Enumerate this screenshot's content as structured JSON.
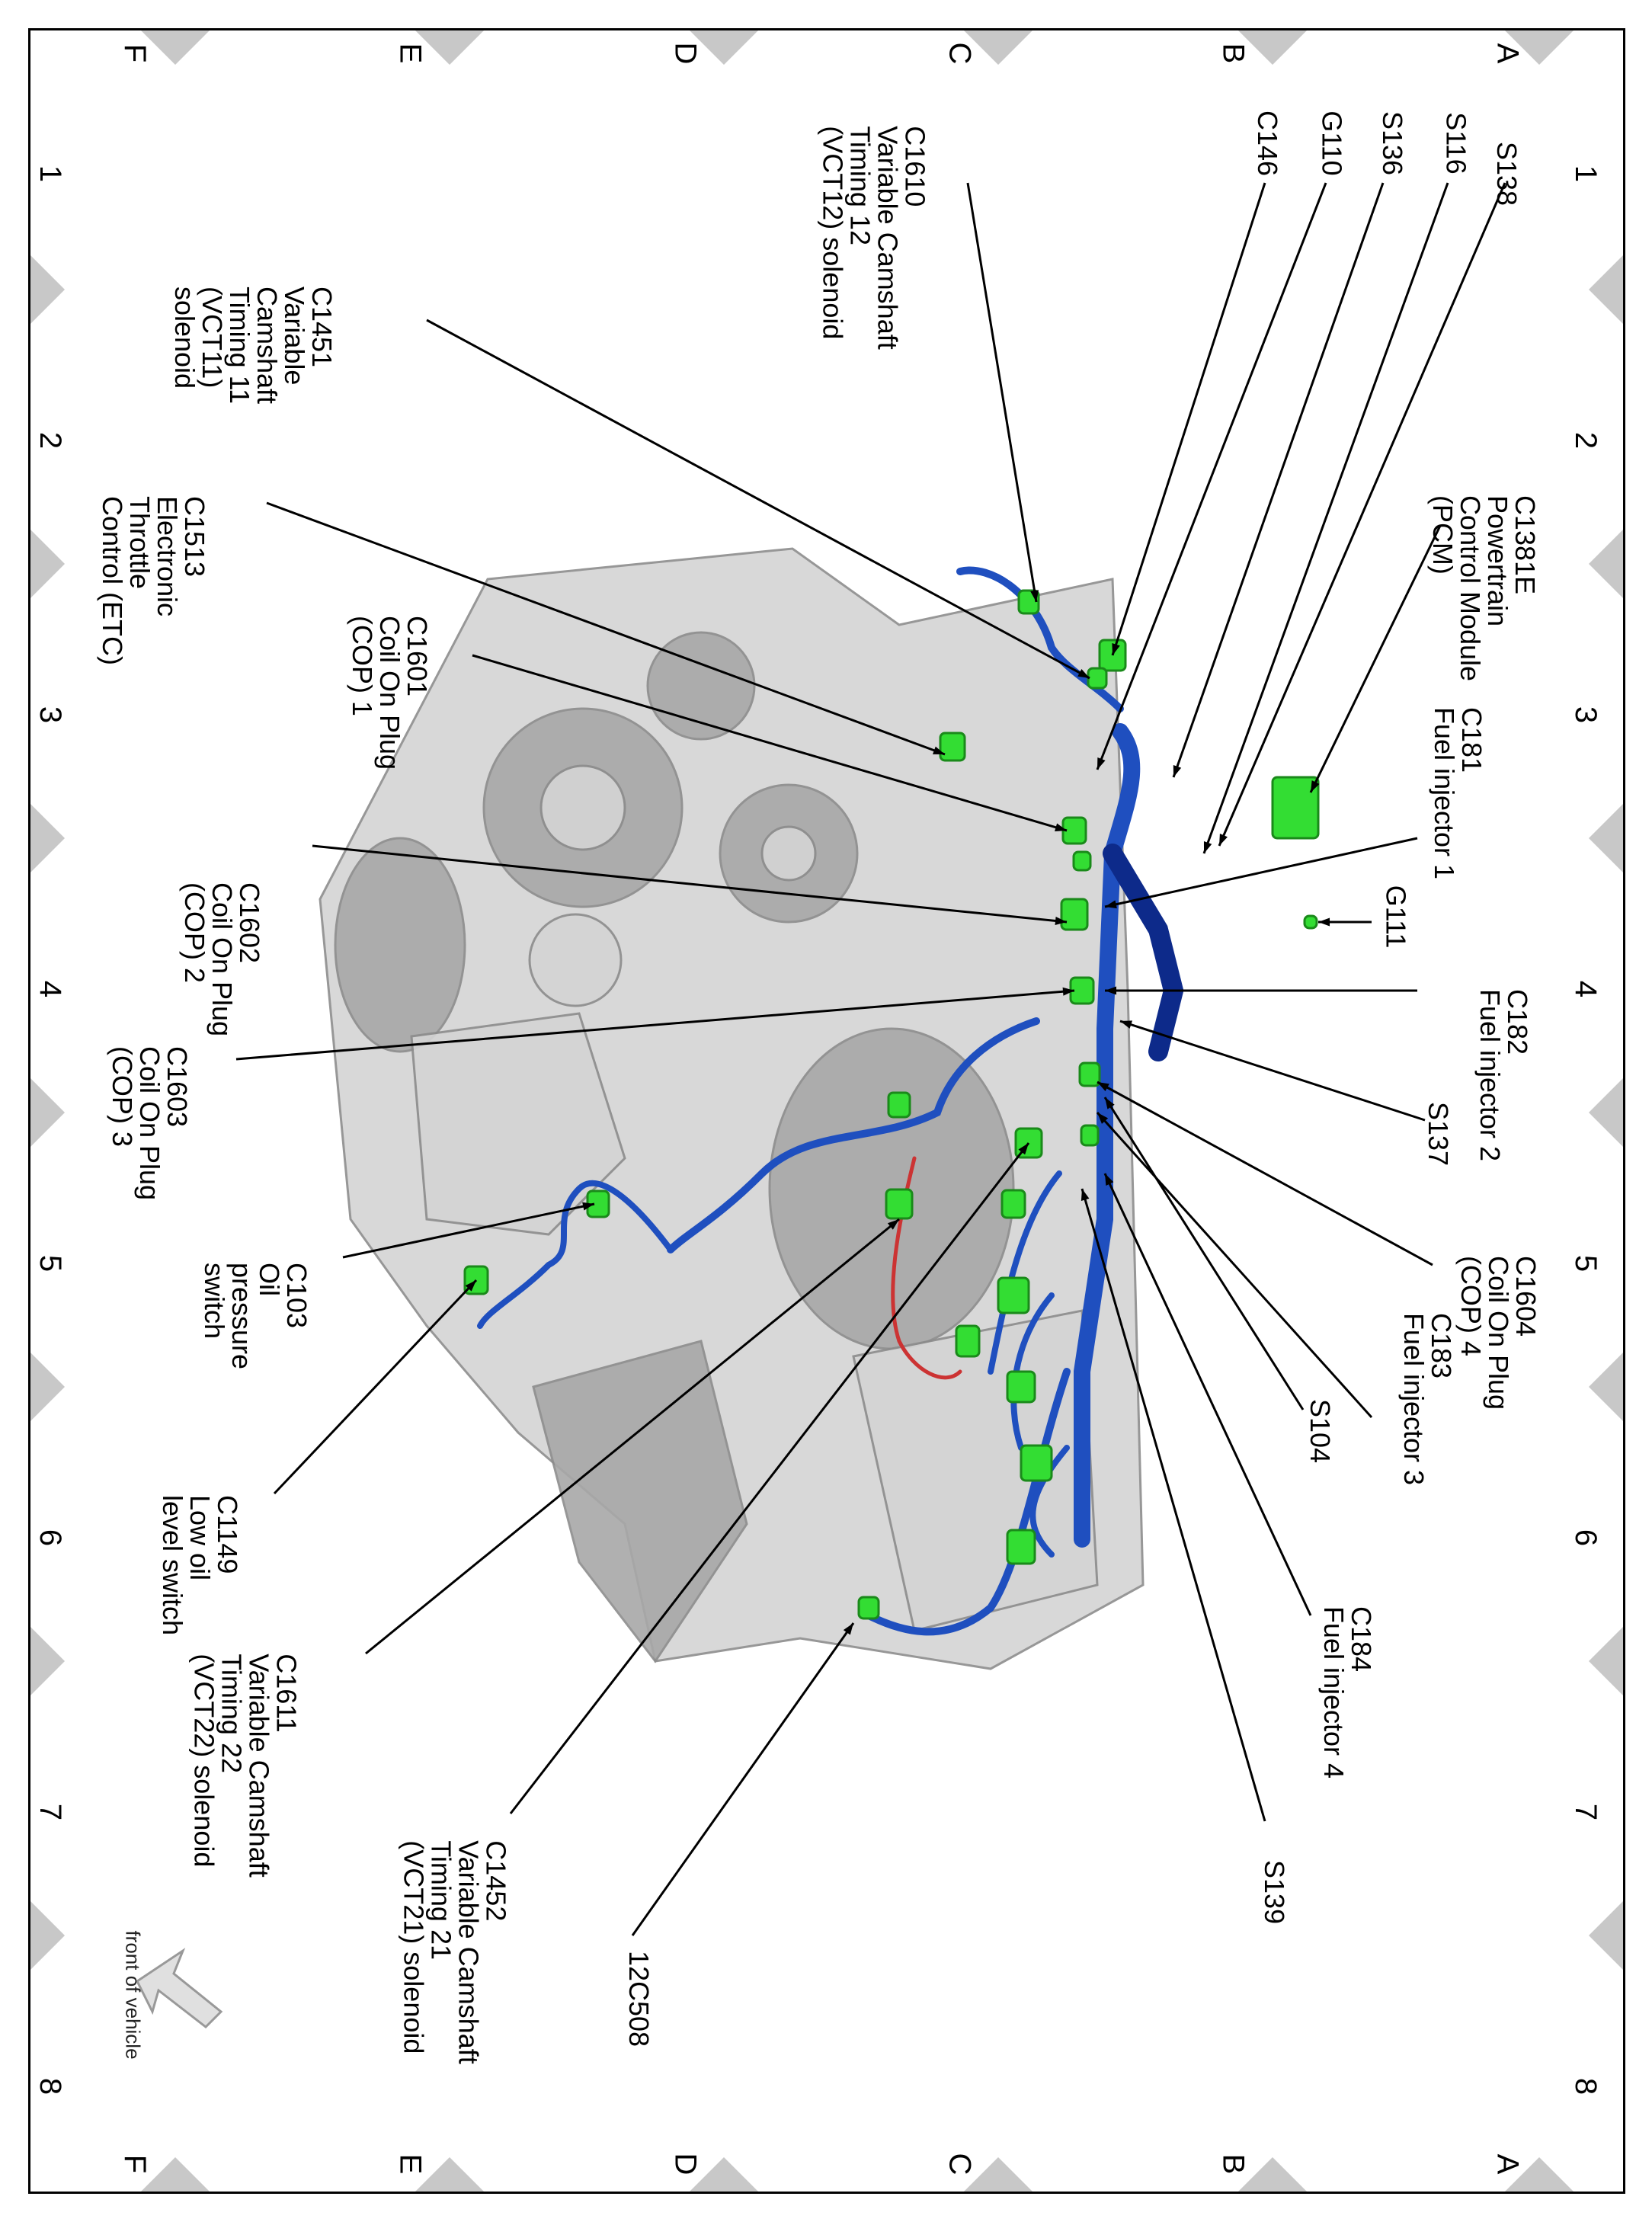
{
  "grid": {
    "rows": [
      "A",
      "B",
      "C",
      "D",
      "E",
      "F"
    ],
    "columns": [
      "1",
      "2",
      "3",
      "4",
      "5",
      "6",
      "7",
      "8"
    ]
  },
  "labels": {
    "S138": "S138",
    "S116": "S116",
    "S136": "S136",
    "G110": "G110",
    "C146": "C146",
    "C1610": "C1610\nVariable Camshaft\nTiming 12\n(VCT12) solenoid",
    "C1451": "C1451\nVariable\nCamshaft\nTiming 11\n(VCT11)\nsolenoid",
    "C1381E": "C1381E\nPowertrain\nControl Module\n(PCM)",
    "C1513": "C1513\nElectronic\nThrottle\nControl (ETC)",
    "C1601": "C1601\nCoil On Plug\n(COP) 1",
    "C181": "C181\nFuel injector 1",
    "G111": "G111",
    "C1602": "C1602\nCoil On Plug\n(COP) 2",
    "C182": "C182\nFuel injector 2",
    "C1603": "C1603\nCoil On Plug\n(COP) 3",
    "S137": "S137",
    "C1604": "C1604\nCoil On Plug\n(COP) 4",
    "C183": "C183\nFuel injector 3",
    "S104": "S104",
    "C103": "C103\nOil\npressure\nswitch",
    "C184": "C184\nFuel injector 4",
    "C1149": "C1149\nLow oil\nlevel switch",
    "C1611": "C1611\nVariable Camshaft\nTiming 22\n(VCT22) solenoid",
    "S139": "S139",
    "C1452": "C1452\nVariable Camshaft\nTiming 21\n(VCT21) solenoid",
    "12C508": "12C508",
    "front_of_vehicle": "front of vehicle"
  },
  "colors": {
    "harness": "#1f4fbf",
    "harness_dark": "#0d2a8a",
    "connector": "#33dd33",
    "engine": "#d4d4d4",
    "engine_dark": "#a8a8a8",
    "red_wire": "#cc3333",
    "border_triangle": "#c8c8c8"
  }
}
